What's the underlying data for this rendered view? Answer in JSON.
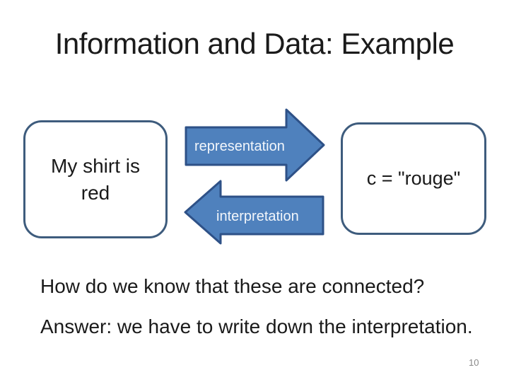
{
  "slide": {
    "title": "Information and Data: Example",
    "diagram": {
      "left_box_text": "My shirt is\nred",
      "right_box_text": "c = \"rouge\"",
      "arrow_right_label": "representation",
      "arrow_left_label": "interpretation"
    },
    "body": {
      "question": "How do we know that these are connected?",
      "answer": "Answer: we have to write down the interpretation."
    },
    "page_number": "10",
    "colors": {
      "text": "#1a1a1a",
      "box_border": "#3e5c7d",
      "arrow_fill": "#4f81bd",
      "arrow_border": "#2e5187",
      "arrow_text": "#f2f6fb",
      "page_number": "#898989"
    }
  }
}
